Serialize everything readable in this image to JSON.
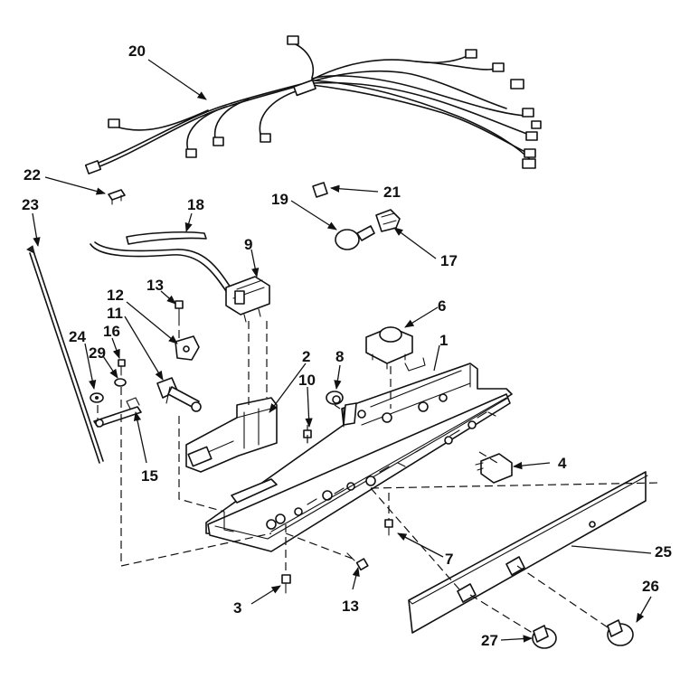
{
  "callouts": {
    "c1": "1",
    "c2": "2",
    "c3": "3",
    "c4": "4",
    "c6": "6",
    "c7": "7",
    "c8": "8",
    "c9": "9",
    "c10": "10",
    "c11": "11",
    "c12": "12",
    "c13a": "13",
    "c13b": "13",
    "c15": "15",
    "c16": "16",
    "c17": "17",
    "c18": "18",
    "c19": "19",
    "c20": "20",
    "c21": "21",
    "c22": "22",
    "c23": "23",
    "c24": "24",
    "c25": "25",
    "c26": "26",
    "c27": "27",
    "c29": "29"
  }
}
